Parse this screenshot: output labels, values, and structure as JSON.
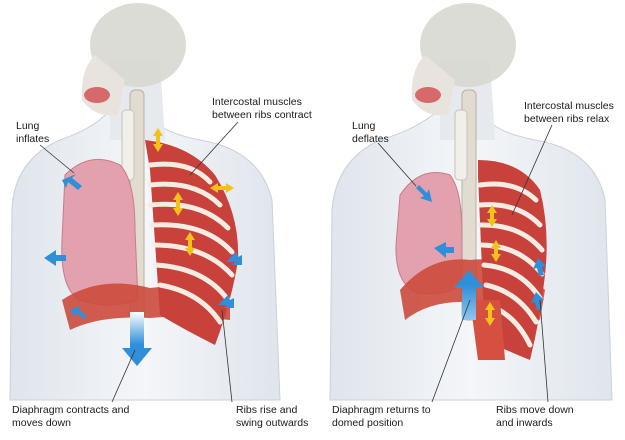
{
  "colors": {
    "background": "#ffffff",
    "body_silhouette": "#e9edf2",
    "skull": "#d6d6d0",
    "lung": "#e4a0ad",
    "muscle": "#c8413a",
    "rib": "#f3ece2",
    "diaphragm": "#cc4a3c",
    "arrow_blue": "#2f8fd8",
    "arrow_yellow": "#f2c21a",
    "leader_line": "#333333"
  },
  "inhalation": {
    "label_lung": [
      "Lung",
      "inflates"
    ],
    "label_intercostal": [
      "Intercostal muscles",
      "between ribs contract"
    ],
    "label_diaphragm": [
      "Diaphragm contracts and",
      "moves down"
    ],
    "label_ribs": [
      "Ribs rise and",
      "swing outwards"
    ]
  },
  "exhalation": {
    "label_lung": [
      "Lung",
      "deflates"
    ],
    "label_intercostal": [
      "Intercostal muscles",
      "between ribs relax"
    ],
    "label_diaphragm": [
      "Diaphragm returns to",
      "domed position"
    ],
    "label_ribs": [
      "Ribs move down",
      "and inwards"
    ]
  }
}
